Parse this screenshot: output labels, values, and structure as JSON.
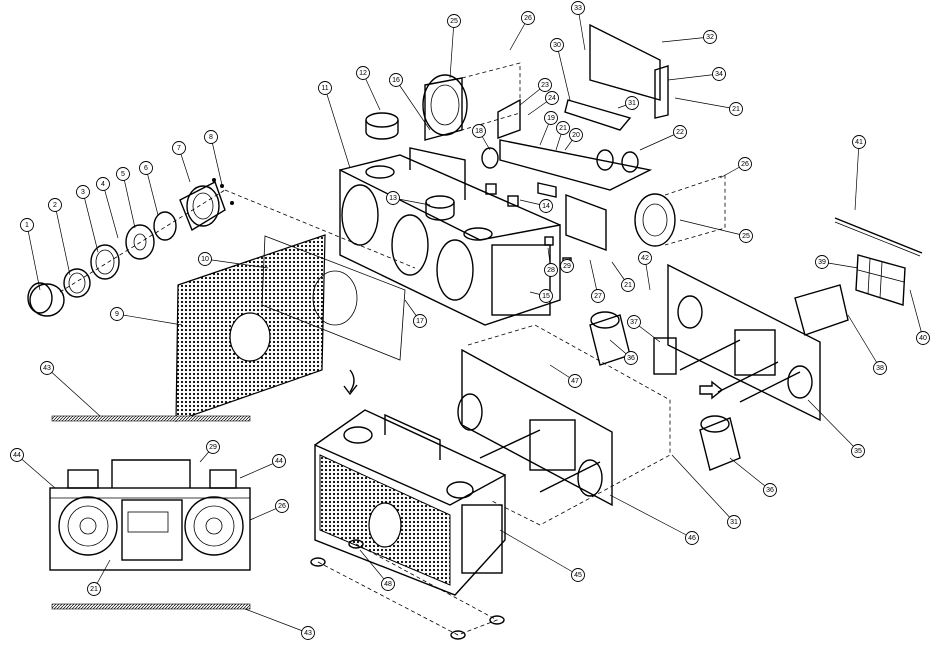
{
  "callouts": [
    {
      "id": "c1",
      "label": "1"
    },
    {
      "id": "c2",
      "label": "2"
    },
    {
      "id": "c3",
      "label": "3"
    },
    {
      "id": "c4",
      "label": "4"
    },
    {
      "id": "c5",
      "label": "5"
    },
    {
      "id": "c6",
      "label": "6"
    },
    {
      "id": "c7",
      "label": "7"
    },
    {
      "id": "c8",
      "label": "8"
    },
    {
      "id": "c9",
      "label": "9"
    },
    {
      "id": "c10",
      "label": "10"
    },
    {
      "id": "c11",
      "label": "11"
    },
    {
      "id": "c12",
      "label": "12"
    },
    {
      "id": "c13",
      "label": "13"
    },
    {
      "id": "c14",
      "label": "14"
    },
    {
      "id": "c15",
      "label": "15"
    },
    {
      "id": "c16",
      "label": "16"
    },
    {
      "id": "c17",
      "label": "17"
    },
    {
      "id": "c18",
      "label": "18"
    },
    {
      "id": "c19",
      "label": "19"
    },
    {
      "id": "c20",
      "label": "20"
    },
    {
      "id": "c21a",
      "label": "21"
    },
    {
      "id": "c21b",
      "label": "21"
    },
    {
      "id": "c21c",
      "label": "21"
    },
    {
      "id": "c21d",
      "label": "21"
    },
    {
      "id": "c22",
      "label": "22"
    },
    {
      "id": "c23",
      "label": "23"
    },
    {
      "id": "c24",
      "label": "24"
    },
    {
      "id": "c25a",
      "label": "25"
    },
    {
      "id": "c25b",
      "label": "25"
    },
    {
      "id": "c26a",
      "label": "26"
    },
    {
      "id": "c26b",
      "label": "26"
    },
    {
      "id": "c26c",
      "label": "26"
    },
    {
      "id": "c26d",
      "label": "26"
    },
    {
      "id": "c27",
      "label": "27"
    },
    {
      "id": "c28",
      "label": "28"
    },
    {
      "id": "c29a",
      "label": "29"
    },
    {
      "id": "c29b",
      "label": "29"
    },
    {
      "id": "c30",
      "label": "30"
    },
    {
      "id": "c31a",
      "label": "31"
    },
    {
      "id": "c31b",
      "label": "31"
    },
    {
      "id": "c32",
      "label": "32"
    },
    {
      "id": "c33",
      "label": "33"
    },
    {
      "id": "c34",
      "label": "34"
    },
    {
      "id": "c35",
      "label": "35"
    },
    {
      "id": "c36a",
      "label": "36"
    },
    {
      "id": "c36b",
      "label": "36"
    },
    {
      "id": "c37",
      "label": "37"
    },
    {
      "id": "c38",
      "label": "38"
    },
    {
      "id": "c39",
      "label": "39"
    },
    {
      "id": "c40",
      "label": "40"
    },
    {
      "id": "c41",
      "label": "41"
    },
    {
      "id": "c42",
      "label": "42"
    },
    {
      "id": "c43a",
      "label": "43"
    },
    {
      "id": "c43b",
      "label": "43"
    },
    {
      "id": "c44a",
      "label": "44"
    },
    {
      "id": "c44b",
      "label": "44"
    },
    {
      "id": "c45",
      "label": "45"
    },
    {
      "id": "c46",
      "label": "46"
    },
    {
      "id": "c47",
      "label": "47"
    },
    {
      "id": "c48",
      "label": "48"
    }
  ]
}
